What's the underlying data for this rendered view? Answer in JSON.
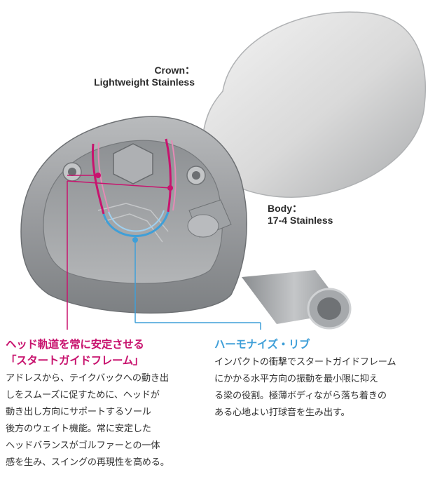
{
  "labels": {
    "crown": [
      "Crown：",
      "Lightweight Stainless"
    ],
    "body": [
      "Body：",
      "17-4 Stainless"
    ]
  },
  "colors": {
    "pink": "#c8136e",
    "blue": "#3f9fd8",
    "metal": "#9ea1a4",
    "text": "#333333"
  },
  "left_section": {
    "title": [
      "ヘッド軌道を常に安定させる",
      "「スタートガイドフレーム」"
    ],
    "body": [
      "アドレスから、テイクバックへの動き出",
      "しをスムーズに促すために、ヘッドが",
      "動き出し方向にサポートするソール",
      "後方のウェイト機能。常に安定した",
      "ヘッドバランスがゴルファーとの一体",
      "感を生み、スイングの再現性を高める。"
    ]
  },
  "right_section": {
    "title": "ハーモナイズ・リブ",
    "body": [
      "インパクトの衝撃でスタートガイドフレーム",
      "にかかる水平方向の振動を最小限に抑え",
      "る梁の役割。極薄ボディながら落ち着きの",
      "ある心地よい打球音を生み出す。"
    ]
  }
}
